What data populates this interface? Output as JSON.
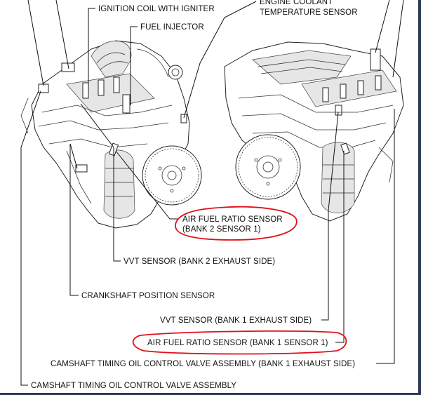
{
  "labels": {
    "ignition_coil": "IGNITION COIL WITH IGNITER",
    "fuel_injector": "FUEL INJECTOR",
    "ect_sensor_line1": "ENGINE COOLANT",
    "ect_sensor_line2": "TEMPERATURE SENSOR",
    "af_sensor_b2_line1": "AIR FUEL RATIO SENSOR",
    "af_sensor_b2_line2": "(BANK 2 SENSOR 1)",
    "vvt_b2": "VVT SENSOR (BANK 2 EXHAUST SIDE)",
    "crank_sensor": "CRANKSHAFT POSITION SENSOR",
    "vvt_b1": "VVT SENSOR  (BANK 1 EXHAUST SIDE)",
    "af_sensor_b1": "AIR FUEL RATIO SENSOR (BANK 1 SENSOR 1)",
    "ocv_b1": "CAMSHAFT TIMING OIL CONTROL VALVE ASSEMBLY (BANK 1 EXHAUST SIDE)",
    "ocv_b2": "CAMSHAFT TIMING OIL CONTROL VALVE ASSEMBLY"
  },
  "colors": {
    "highlight": "#e0101a",
    "ink": "#111111",
    "frame": "#2b3a55"
  }
}
